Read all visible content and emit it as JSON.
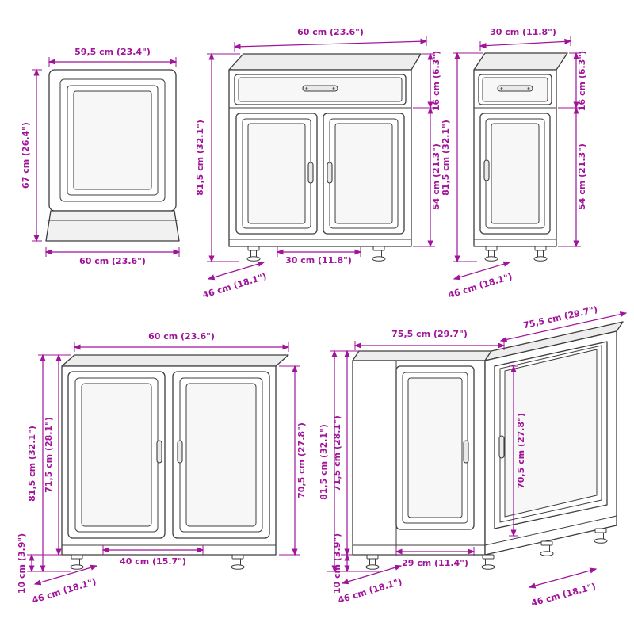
{
  "diagram": {
    "title": "kitchen-cabinet-set-dimension-drawing",
    "dimension_color": "#a0149a",
    "line_color": "#3d3d3d",
    "cabinets": [
      {
        "id": "wall-cabinet",
        "dims": {
          "width_top": "59,5 cm (23.4\")",
          "height_left": "67 cm (26.4\")",
          "width_bottom": "60 cm (23.6\")"
        }
      },
      {
        "id": "base-cabinet-drawer-two-doors",
        "dims": {
          "width_top": "60 cm (23.6\")",
          "drawer_height": "16 cm (6.3\")",
          "total_height": "81,5 cm (32.1\")",
          "door_height": "54 cm (21.3\")",
          "door_width": "30 cm (11.8\")",
          "depth": "46 cm (18.1\")"
        }
      },
      {
        "id": "base-cabinet-drawer-one-door",
        "dims": {
          "width_top": "30 cm (11.8\")",
          "drawer_height": "16 cm (6.3\")",
          "total_height": "81,5 cm (32.1\")",
          "door_height": "54 cm (21.3\")",
          "depth": "46 cm (18.1\")"
        }
      },
      {
        "id": "base-cabinet-two-doors",
        "dims": {
          "width_top": "60 cm (23.6\")",
          "total_height": "81,5 cm (32.1\")",
          "carcass_height": "71,5 cm (28.1\")",
          "leg_height": "10 cm (3.9\")",
          "door_height": "70,5 cm (27.8\")",
          "door_width": "40 cm (15.7\")",
          "depth": "46 cm (18.1\")"
        }
      },
      {
        "id": "corner-base-cabinet",
        "dims": {
          "width_left": "75,5 cm (29.7\")",
          "width_right": "75,5 cm (29.7\")",
          "total_height": "81,5 cm (32.1\")",
          "carcass_height": "71,5 cm (28.1\")",
          "leg_height": "10 cm (3.9\")",
          "door_height": "70,5 cm (27.8\")",
          "door_width": "29 cm (11.4\")",
          "depth_left": "46 cm (18.1\")",
          "depth_right": "46 cm (18.1\")"
        }
      }
    ]
  }
}
